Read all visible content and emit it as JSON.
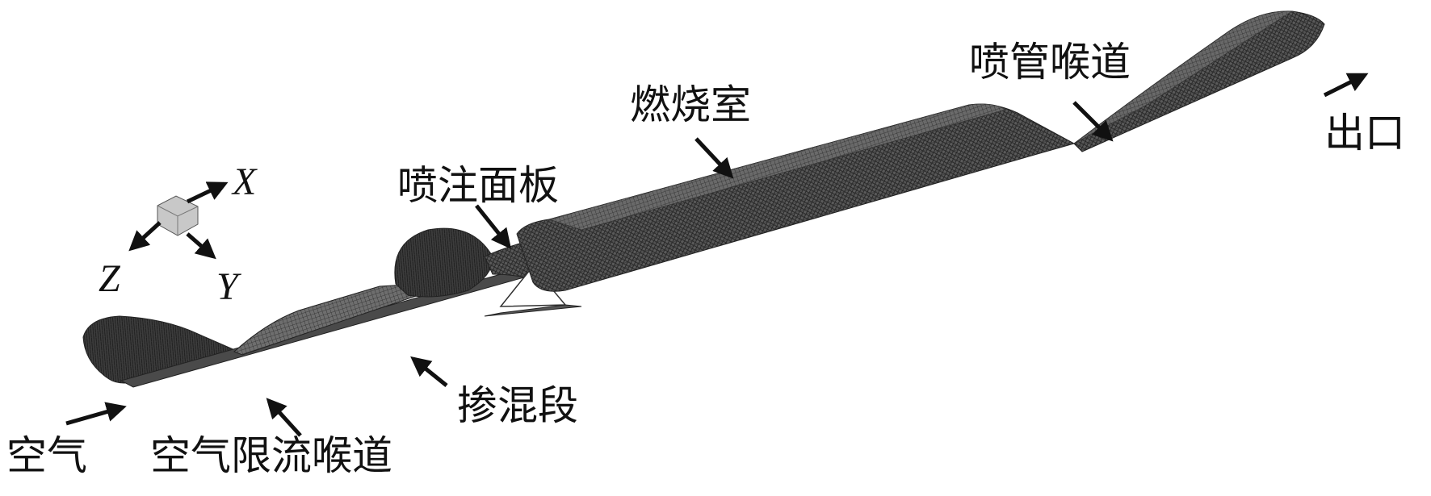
{
  "labels": {
    "nozzle_throat": "喷管喉道",
    "outlet": "出口",
    "combustor": "燃烧室",
    "injector_plate": "喷注面板",
    "mixing_section": "掺混段",
    "air": "空气",
    "air_throat": "空气限流喉道"
  },
  "axes": {
    "x": "X",
    "y": "Y",
    "z": "Z"
  },
  "colors": {
    "mesh_dark": "#2a2a2a",
    "mesh_mid": "#555555",
    "mesh_light": "#8a8a8a",
    "cube": "#bdbdbd",
    "text": "#111111"
  }
}
